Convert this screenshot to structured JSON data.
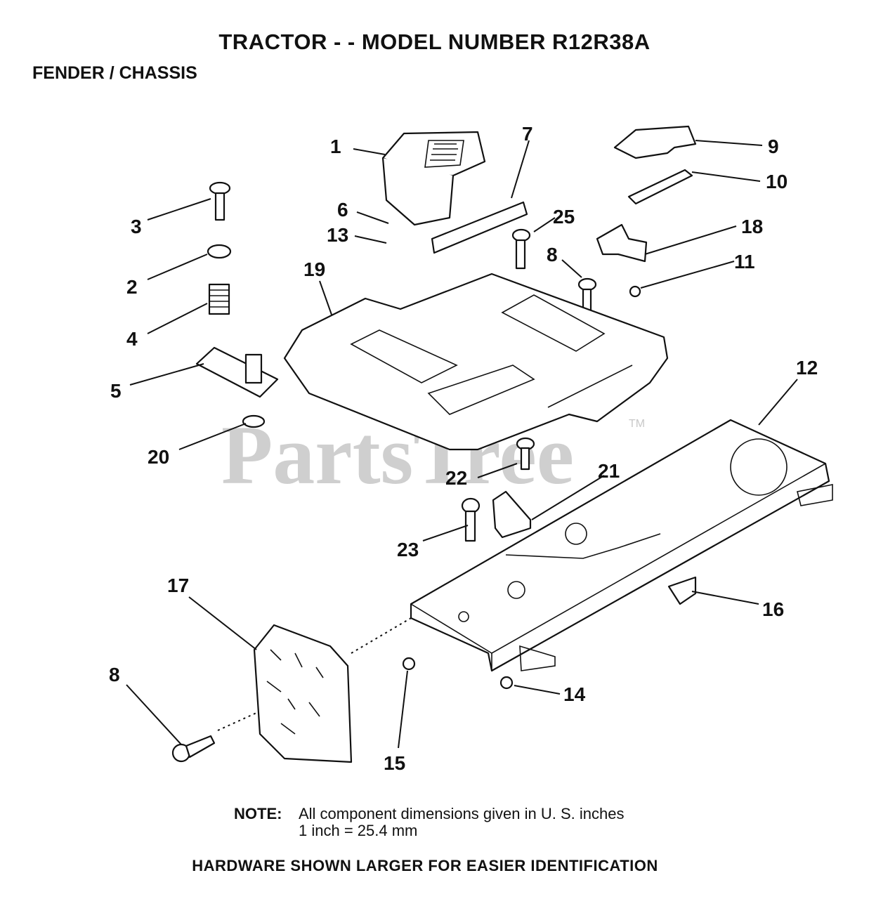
{
  "header": {
    "title": "TRACTOR - - MODEL NUMBER R12R38A",
    "subtitle": "FENDER / CHASSIS"
  },
  "watermark": {
    "text": "PartsTree",
    "tm": "TM"
  },
  "callouts": [
    "1",
    "2",
    "3",
    "4",
    "5",
    "6",
    "7",
    "8",
    "9",
    "10",
    "11",
    "12",
    "13",
    "14",
    "15",
    "16",
    "17",
    "18",
    "19",
    "20",
    "21",
    "22",
    "23",
    "25",
    "8"
  ],
  "note": {
    "label": "NOTE:",
    "line1": "All component dimensions given in U. S. inches",
    "line2": "1 inch = 25.4 mm"
  },
  "footer": "HARDWARE SHOWN LARGER FOR EASIER IDENTIFICATION"
}
